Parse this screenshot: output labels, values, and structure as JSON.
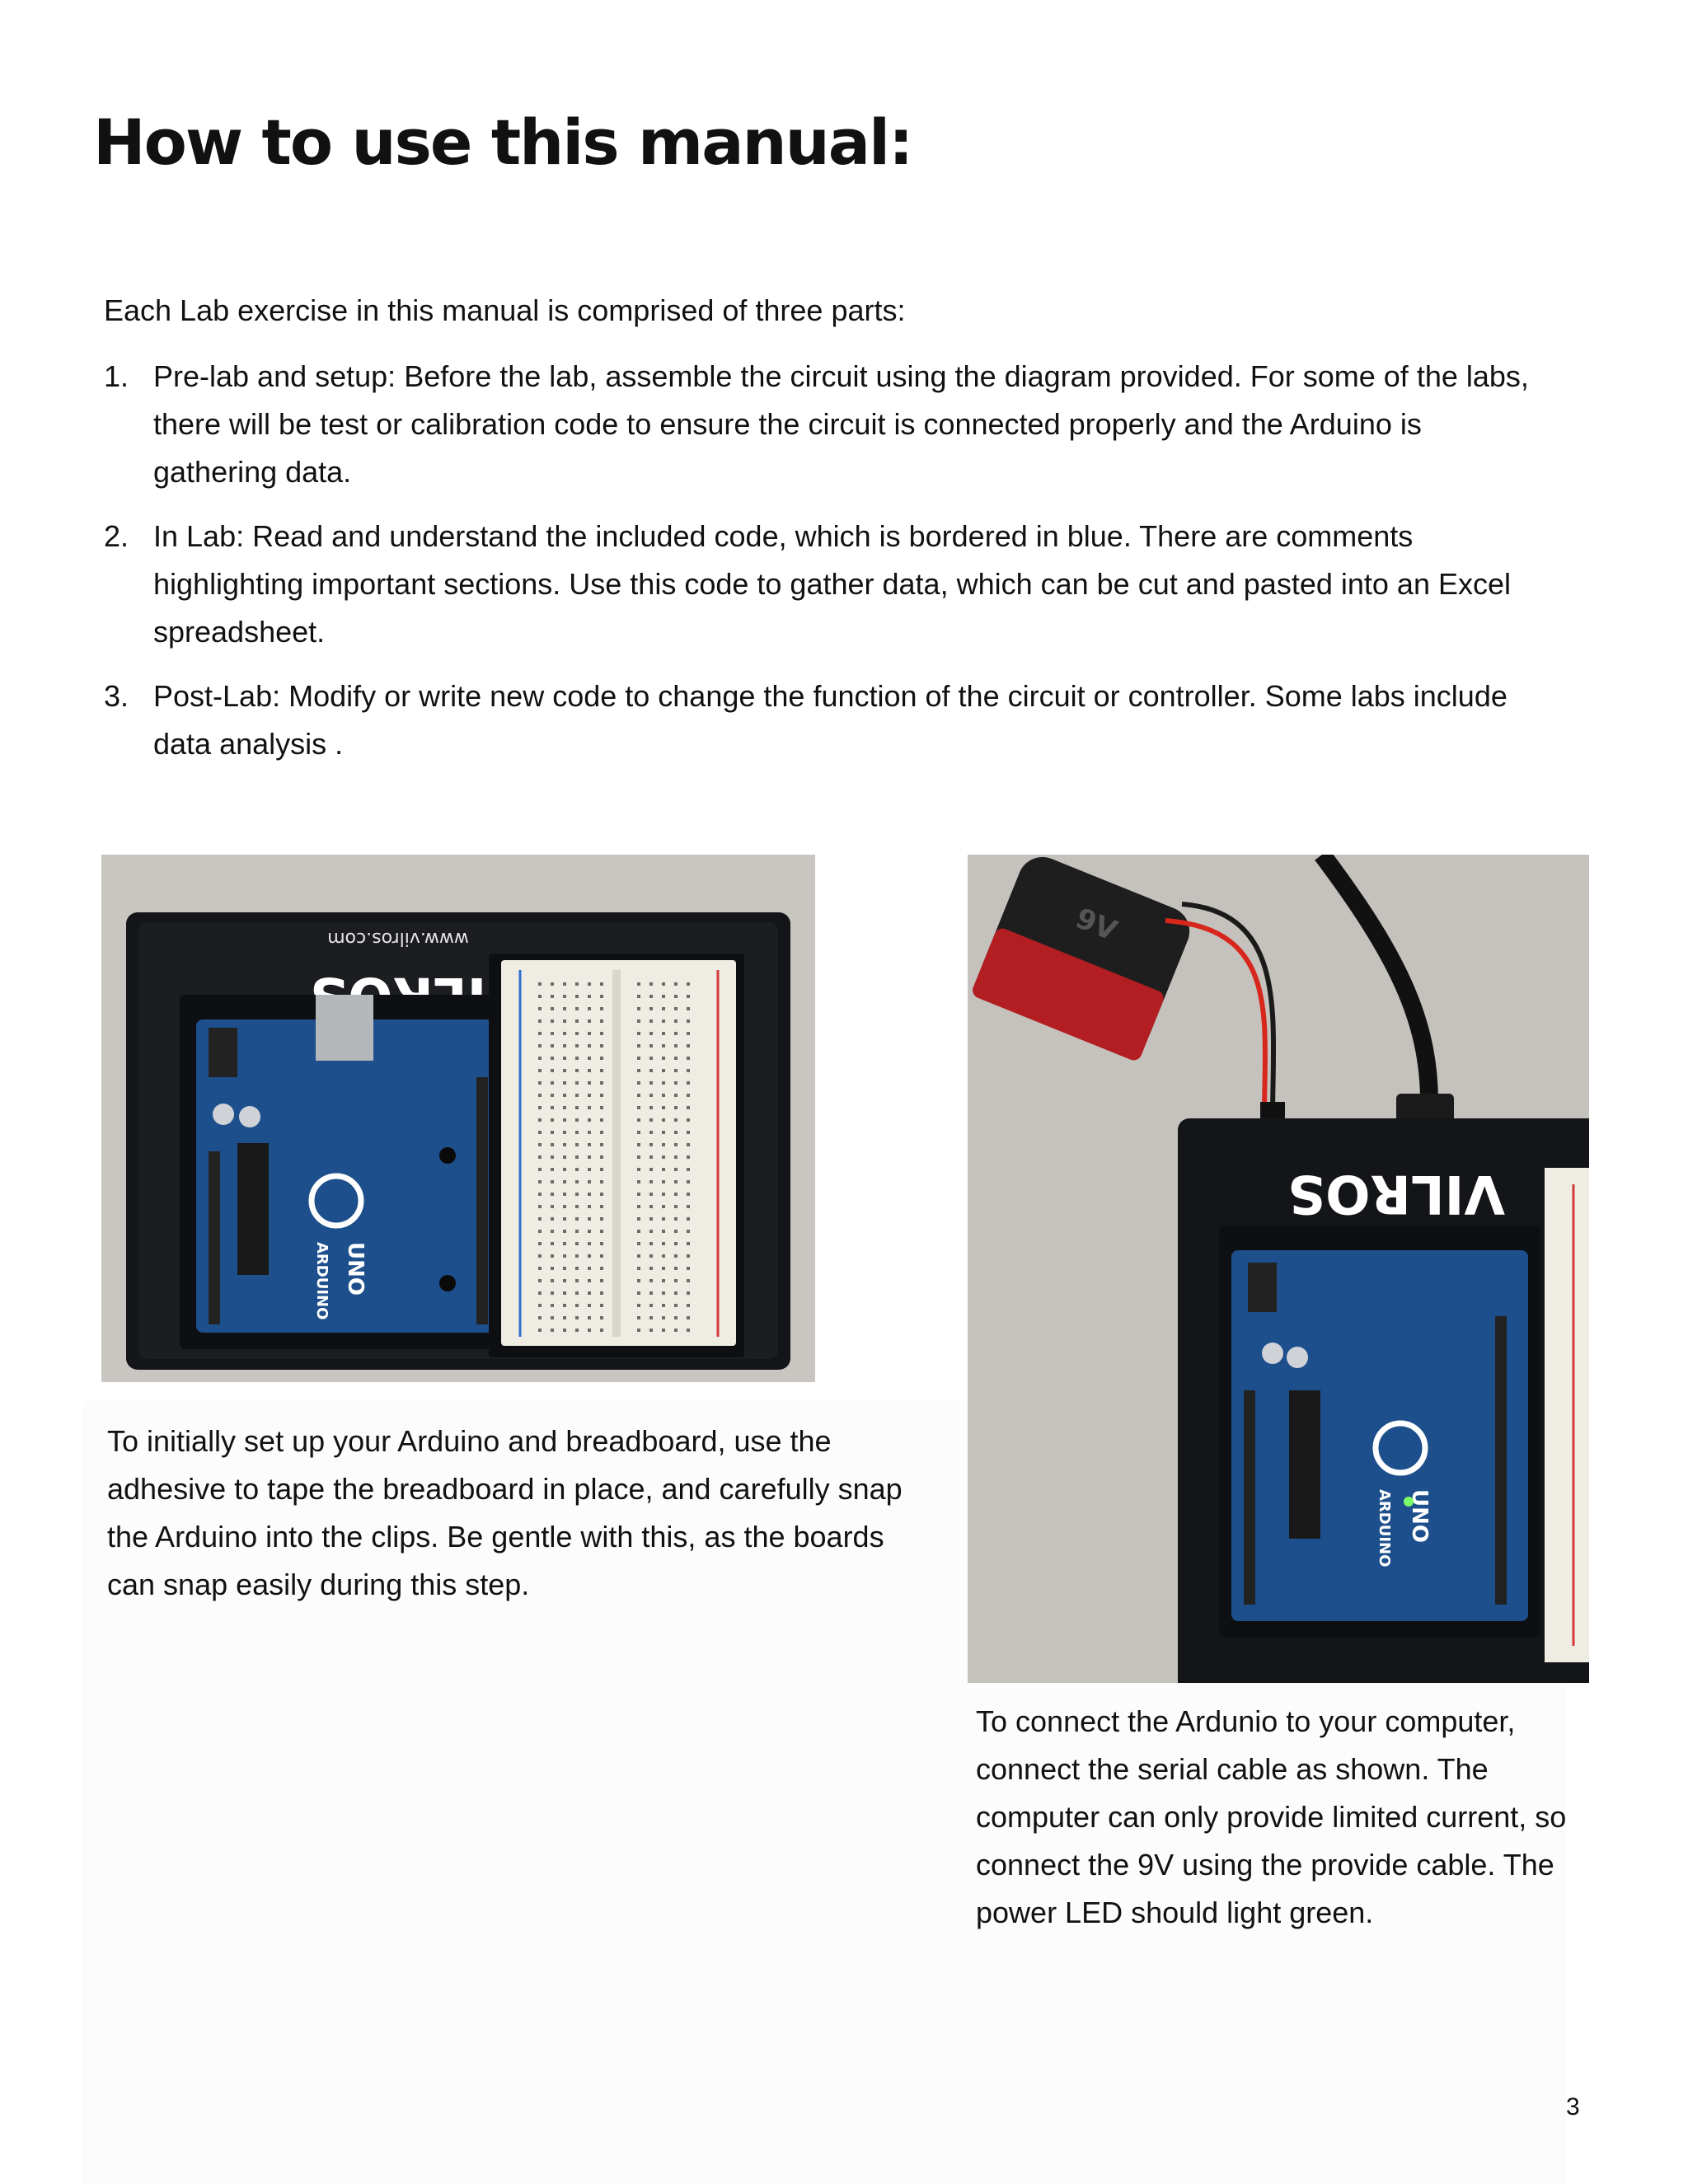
{
  "title": "How to use this manual:",
  "intro": "Each Lab exercise in this manual is comprised of three parts:",
  "steps": [
    {
      "num": "1.",
      "text": "Pre-lab and setup:  Before the lab, assemble the circuit using the diagram provided.  For some of the labs, there will be test or calibration code to ensure the circuit is connected properly and the Arduino is gathering data."
    },
    {
      "num": "2.",
      "text": "In Lab:  Read and understand the included code, which is bordered in blue.  There are comments highlighting important sections.  Use this code to gather data, which can be cut and pasted into an Excel spreadsheet."
    },
    {
      "num": "3.",
      "text": "Post-Lab:  Modify or write new code to change the function of the circuit or controller.  Some labs include data analysis ."
    }
  ],
  "photo1": {
    "logo": "VILROS",
    "url": "www.vilros.com",
    "board": "UNO",
    "board_brand": "ARDUINO"
  },
  "photo2": {
    "logo": "VILROS",
    "battery": "9V",
    "board": "UNO",
    "board_brand": "ARDUINO"
  },
  "caption1": "To initially set up your Arduino and breadboard, use the adhesive to tape the breadboard in place, and carefully snap the Arduino into the clips.  Be gentle with this, as the boards can snap easily during this step.",
  "caption2": "To connect  the Ardunio to your computer, connect the serial cable as shown.  The computer can only provide limited current, so connect the 9V using the provide cable. The power LED should light green.",
  "page_number": "3",
  "colors": {
    "arduino_blue": "#1d4f8c",
    "tray_black": "#141518",
    "breadboard": "#efece4",
    "table_gray": "#c9c6c1"
  }
}
